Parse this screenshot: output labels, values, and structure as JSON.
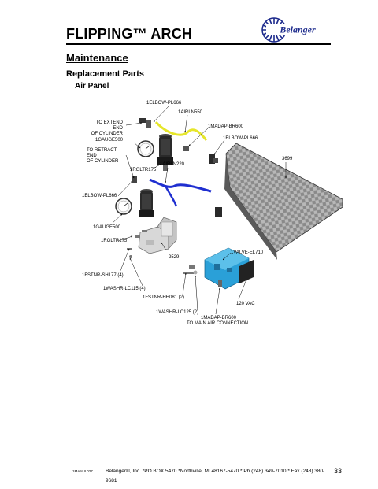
{
  "header": {
    "title": "FLIPPING™ ARCH",
    "logo_text": "Belanger"
  },
  "section": "Maintenance",
  "subsection": "Replacement Parts",
  "panel_title": "Air Panel",
  "parts": {
    "elbow_top": "1ELBOW-PL666",
    "airln550": "1AIRLN550",
    "to_extend": "TO EXTEND END\nOF CYLINDER",
    "madap_top": "1MADAP-BR600",
    "gauge_top": "1GAUGE500",
    "elbow_right": "1ELBOW-PL666",
    "to_retract": "TO RETRACT END\nOF CYLINDER",
    "part_3699": "3699",
    "airln220": "1AIRLN220",
    "rgltr_top": "1RGLTR175",
    "elbow_left": "1ELBOW-PL666",
    "gauge_bottom": "1GAUGE500",
    "rgltr_bottom": "1RGLTR175",
    "valve": "1VALVE-EL710",
    "part_2529": "2529",
    "fstnr_sh177": "1FSTNR-SH177 (4)",
    "washr_lc115": "1WASHR-LC115 (4)",
    "fstnr_hh081": "1FSTNR-HH081 (2)",
    "vac": "120 VAC",
    "washr_lc125": "1WASHR-LC125 (2)",
    "madap_bottom": "1MADAP-BR600",
    "to_main": "TO MAIN AIR CONNECTION"
  },
  "footer": {
    "code": "1MANUL027",
    "address": "Belanger®, Inc. *PO BOX 5470 *Northville, MI 48167-5470 * Ph (248) 349-7010 * Fax (248) 380-9681",
    "page_number": "33"
  },
  "colors": {
    "blue_hose": "#1f2fd0",
    "yellow_hose": "#e6e62a",
    "valve_blue": "#2aa0d8",
    "logo_blue": "#1c2a8c"
  }
}
